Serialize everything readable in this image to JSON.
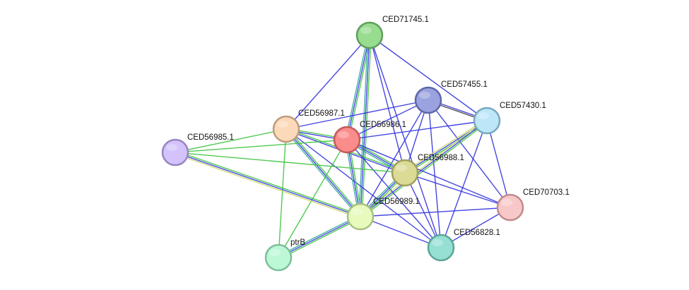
{
  "nodes": [
    {
      "id": "CED71745.1",
      "label": "CED71745.1",
      "fill": "#98dc8f",
      "stroke": "#5f9e5a"
    },
    {
      "id": "CED57455.1",
      "label": "CED57455.1",
      "fill": "#9aa2e0",
      "stroke": "#5e66a8"
    },
    {
      "id": "CED57430.1",
      "label": "CED57430.1",
      "fill": "#bde6f8",
      "stroke": "#79a8c0"
    },
    {
      "id": "CED56987.1",
      "label": "CED56987.1",
      "fill": "#fbd9b9",
      "stroke": "#c09b7d"
    },
    {
      "id": "CED56986.1",
      "label": "CED56986.1",
      "fill": "#fb8c8c",
      "stroke": "#c45a5a"
    },
    {
      "id": "CED56985.1",
      "label": "CED56985.1",
      "fill": "#d3c2fb",
      "stroke": "#9785bf"
    },
    {
      "id": "CED56988.1",
      "label": "CED56988.1",
      "fill": "#dcdb96",
      "stroke": "#a0a05c"
    },
    {
      "id": "CED70703.1",
      "label": "CED70703.1",
      "fill": "#f8c8c8",
      "stroke": "#c08a8a"
    },
    {
      "id": "CED56989.1",
      "label": "CED56989.1",
      "fill": "#e6fbbc",
      "stroke": "#a8bf82"
    },
    {
      "id": "CED56828.1",
      "label": "CED56828.1",
      "fill": "#96dfd3",
      "stroke": "#5aa597"
    },
    {
      "id": "ptrB",
      "label": "ptrB",
      "fill": "#bcf8d6",
      "stroke": "#7cbf9a"
    }
  ],
  "edges": [
    {
      "from": "CED71745.1",
      "to": "CED56986.1",
      "colors": [
        "#3ec43e",
        "#3333dd",
        "#33aa99"
      ]
    },
    {
      "from": "CED71745.1",
      "to": "CED56989.1",
      "colors": [
        "#3ec43e",
        "#3333dd",
        "#33aa99"
      ]
    },
    {
      "from": "CED71745.1",
      "to": "CED56987.1",
      "colors": [
        "#3333dd"
      ]
    },
    {
      "from": "CED71745.1",
      "to": "CED56988.1",
      "colors": [
        "#3333dd"
      ]
    },
    {
      "from": "CED71745.1",
      "to": "CED57430.1",
      "colors": [
        "#3333dd"
      ]
    },
    {
      "from": "CED71745.1",
      "to": "CED56828.1",
      "colors": [
        "#3333dd"
      ]
    },
    {
      "from": "CED57455.1",
      "to": "CED57430.1",
      "colors": [
        "#3333dd",
        "#444444"
      ]
    },
    {
      "from": "CED57455.1",
      "to": "CED56986.1",
      "colors": [
        "#3333dd"
      ]
    },
    {
      "from": "CED57455.1",
      "to": "CED56987.1",
      "colors": [
        "#3333dd"
      ]
    },
    {
      "from": "CED57455.1",
      "to": "CED56988.1",
      "colors": [
        "#3333dd"
      ]
    },
    {
      "from": "CED57455.1",
      "to": "CED56989.1",
      "colors": [
        "#3333dd"
      ]
    },
    {
      "from": "CED57455.1",
      "to": "CED70703.1",
      "colors": [
        "#3333dd"
      ]
    },
    {
      "from": "CED57455.1",
      "to": "CED56828.1",
      "colors": [
        "#3333dd"
      ]
    },
    {
      "from": "CED57430.1",
      "to": "CED56986.1",
      "colors": [
        "#3333dd"
      ]
    },
    {
      "from": "CED57430.1",
      "to": "CED56988.1",
      "colors": [
        "#3ec43e",
        "#3333dd",
        "#c8d86a"
      ]
    },
    {
      "from": "CED57430.1",
      "to": "CED56989.1",
      "colors": [
        "#3ec43e",
        "#3333dd",
        "#c8d86a"
      ]
    },
    {
      "from": "CED57430.1",
      "to": "CED70703.1",
      "colors": [
        "#3333dd"
      ]
    },
    {
      "from": "CED57430.1",
      "to": "CED56828.1",
      "colors": [
        "#3333dd"
      ]
    },
    {
      "from": "CED56987.1",
      "to": "CED56986.1",
      "colors": [
        "#3ec43e",
        "#3333dd"
      ]
    },
    {
      "from": "CED56987.1",
      "to": "CED56988.1",
      "colors": [
        "#3ec43e",
        "#3333dd"
      ]
    },
    {
      "from": "CED56987.1",
      "to": "CED56989.1",
      "colors": [
        "#3ec43e",
        "#3333dd",
        "#33aa99"
      ]
    },
    {
      "from": "CED56987.1",
      "to": "CED56985.1",
      "colors": [
        "#3ec43e"
      ]
    },
    {
      "from": "CED56987.1",
      "to": "ptrB",
      "colors": [
        "#3ec43e"
      ]
    },
    {
      "from": "CED56987.1",
      "to": "CED56828.1",
      "colors": [
        "#3333dd"
      ]
    },
    {
      "from": "CED56986.1",
      "to": "CED56988.1",
      "colors": [
        "#3ec43e",
        "#3333dd",
        "#33aa99"
      ]
    },
    {
      "from": "CED56986.1",
      "to": "CED56989.1",
      "colors": [
        "#3ec43e",
        "#3333dd",
        "#33aa99"
      ]
    },
    {
      "from": "CED56986.1",
      "to": "CED56985.1",
      "colors": [
        "#3ec43e"
      ]
    },
    {
      "from": "CED56986.1",
      "to": "ptrB",
      "colors": [
        "#3ec43e"
      ]
    },
    {
      "from": "CED56986.1",
      "to": "CED70703.1",
      "colors": [
        "#3333dd"
      ]
    },
    {
      "from": "CED56986.1",
      "to": "CED56828.1",
      "colors": [
        "#3333dd"
      ]
    },
    {
      "from": "CED56985.1",
      "to": "CED56989.1",
      "colors": [
        "#3ec43e",
        "#3333dd",
        "#c8d86a"
      ]
    },
    {
      "from": "CED56985.1",
      "to": "CED56988.1",
      "colors": [
        "#3ec43e"
      ]
    },
    {
      "from": "CED56988.1",
      "to": "CED56989.1",
      "colors": [
        "#3ec43e",
        "#3333dd",
        "#33aa99"
      ]
    },
    {
      "from": "CED56988.1",
      "to": "CED70703.1",
      "colors": [
        "#3333dd"
      ]
    },
    {
      "from": "CED56988.1",
      "to": "CED56828.1",
      "colors": [
        "#3333dd"
      ]
    },
    {
      "from": "CED56989.1",
      "to": "CED70703.1",
      "colors": [
        "#3333dd"
      ]
    },
    {
      "from": "CED56989.1",
      "to": "CED56828.1",
      "colors": [
        "#3333dd"
      ]
    },
    {
      "from": "CED56989.1",
      "to": "ptrB",
      "colors": [
        "#3ec43e",
        "#3333dd",
        "#33aa99"
      ]
    },
    {
      "from": "CED70703.1",
      "to": "CED56828.1",
      "colors": [
        "#3333dd"
      ]
    }
  ]
}
